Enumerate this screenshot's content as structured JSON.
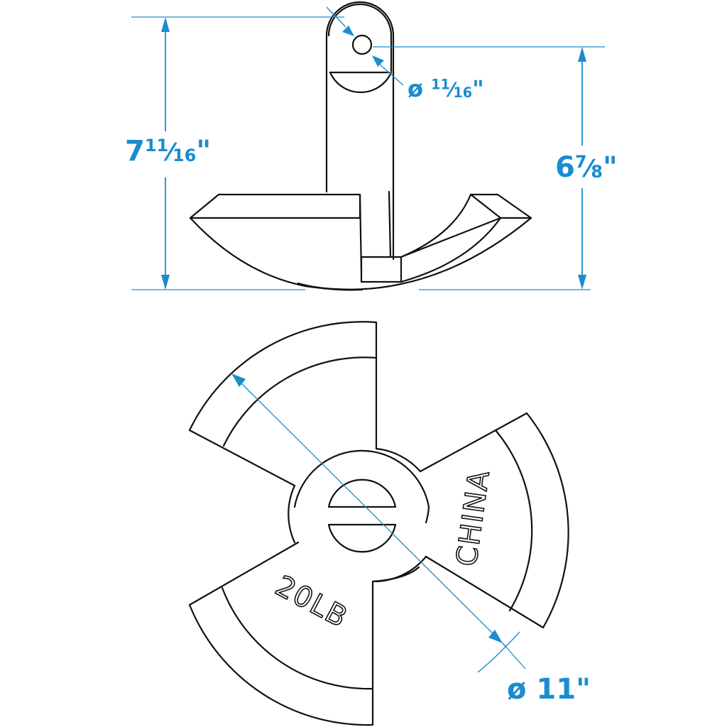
{
  "diagram": {
    "subject": "river anchor",
    "views": [
      "side-view",
      "top-view"
    ],
    "accent_color": "#1a8ccf",
    "line_color": "#111111"
  },
  "dimensions": {
    "overall_height": {
      "whole": "7",
      "num": "11",
      "den": "16",
      "unit": "\""
    },
    "eye_height": {
      "whole": "6",
      "num": "7",
      "den": "8",
      "unit": "\""
    },
    "eye_diameter": {
      "symbol": "ø",
      "num": "11",
      "den": "16",
      "unit": "\""
    },
    "overall_diameter": {
      "symbol": "ø",
      "value": "11",
      "unit": "\""
    }
  },
  "markings": {
    "weight": "20LB",
    "origin": "CHINA"
  }
}
